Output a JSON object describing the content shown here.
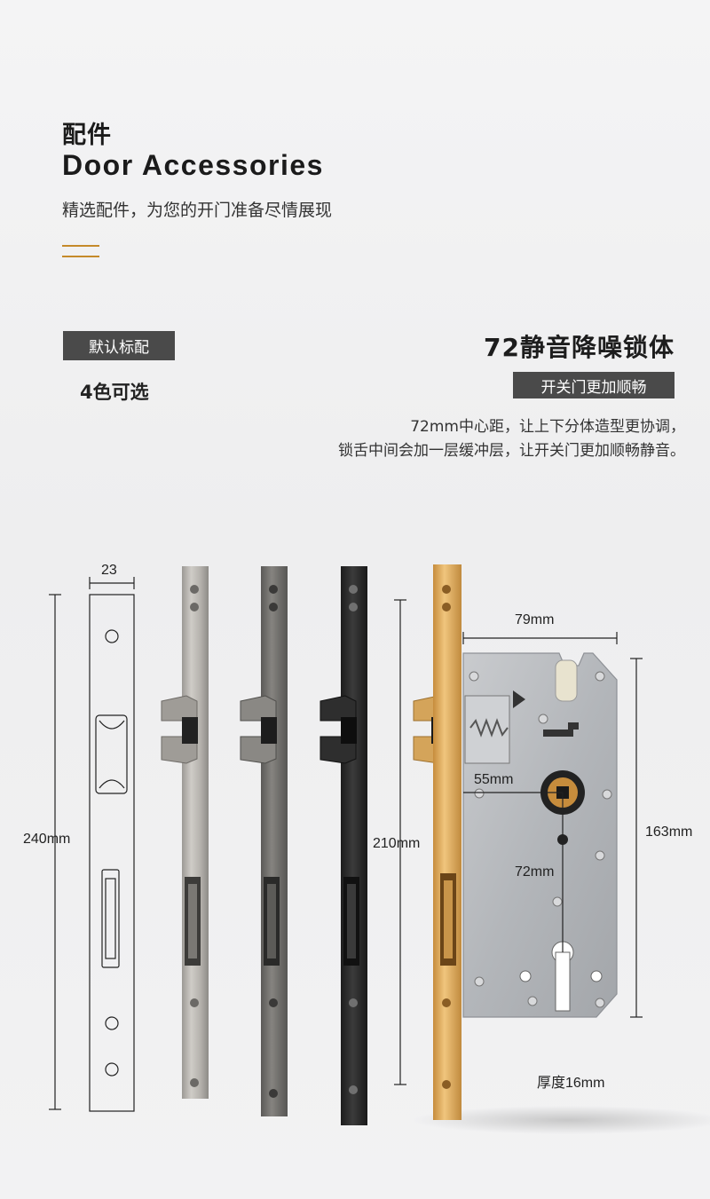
{
  "header": {
    "title_cn": "配件",
    "title_en": "Door Accessories",
    "subtitle": "精选配件，为您的开门准备尽情展现"
  },
  "left_section": {
    "badge": "默认标配",
    "colors": "4色可选"
  },
  "right_section": {
    "title": "72静音降噪锁体",
    "badge": "开关门更加顺畅",
    "desc_line1": "72mm中心距，让上下分体造型更协调，",
    "desc_line2": "锁舌中间会加一层缓冲层，让开关门更加顺畅静音。"
  },
  "dimensions": {
    "width_23": "23",
    "height_240": "240mm",
    "height_210": "210mm",
    "width_79": "79mm",
    "dist_55": "55mm",
    "dist_72": "72mm",
    "height_163": "163mm",
    "thickness": "厚度16mm"
  },
  "colors": {
    "accent": "#c58a2a",
    "badge_bg": "#4a4a4a",
    "silver": "#b9b6b1",
    "gunmetal": "#6f6e6b",
    "black": "#2a2a2a",
    "gold": "#d9a85a"
  }
}
